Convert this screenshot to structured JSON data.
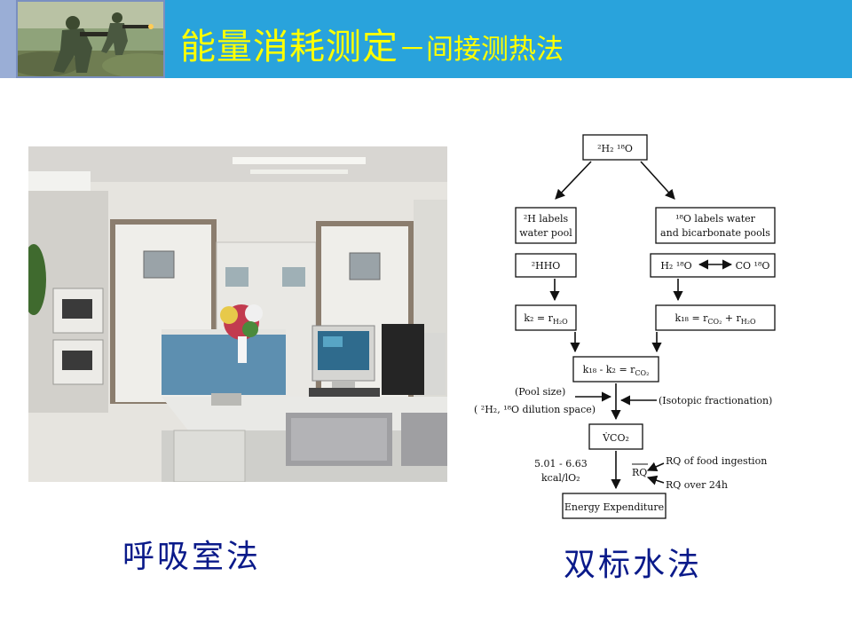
{
  "header": {
    "title_main": "能量消耗测定",
    "title_sub": "－间接测热法"
  },
  "captions": {
    "left": "呼吸室法",
    "right": "双标水法"
  },
  "flowchart": {
    "top": "²H₂ ¹⁸O",
    "h_label_1": "²H labels",
    "h_label_2": "water pool",
    "o_label_1": "¹⁸O labels water",
    "o_label_2": "and bicarbonate pools",
    "hho": "²HHO",
    "h2o18": "H₂ ¹⁸O",
    "co18": "CO ¹⁸O",
    "k2": "k₂ = r",
    "k2_sub": "H₂O",
    "k18": "k₁₈ = r",
    "k18_sub1": "CO₂",
    "k18_plus": " + r",
    "k18_sub2": "H₂O",
    "diff": "k₁₈ - k₂ = r",
    "diff_sub": "CO₂",
    "pool_size": "(Pool size)",
    "dilution": "( ²H₂, ¹⁸O dilution space)",
    "fractionation": "(Isotopic fractionation)",
    "vco2": "V̇CO₂",
    "kcal_1": "5.01 - 6.63",
    "kcal_2": "kcal/lO₂",
    "rq_bar": "RQ",
    "rq_food": "RQ of food ingestion",
    "rq_24h": "RQ over 24h",
    "energy": "Energy Expenditure"
  }
}
